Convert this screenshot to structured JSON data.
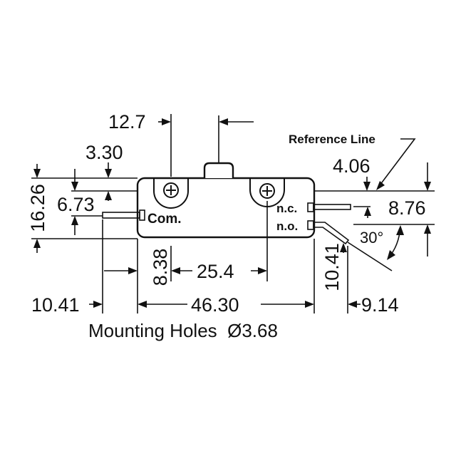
{
  "dimensions": {
    "d_12_7": "12.7",
    "d_3_30": "3.30",
    "d_16_26": "16.26",
    "d_6_73": "6.73",
    "d_8_38": "8.38",
    "d_25_4": "25.4",
    "d_10_41_left": "10.41",
    "d_46_30": "46.30",
    "d_4_06": "4.06",
    "d_8_76": "8.76",
    "d_30_deg": "30°",
    "d_10_41_right": "10.41",
    "d_9_14": "9.14"
  },
  "labels": {
    "reference_line": "Reference Line",
    "com": "Com.",
    "nc": "n.c.",
    "no": "n.o.",
    "caption": "Mounting Holes  Ø3.68"
  }
}
